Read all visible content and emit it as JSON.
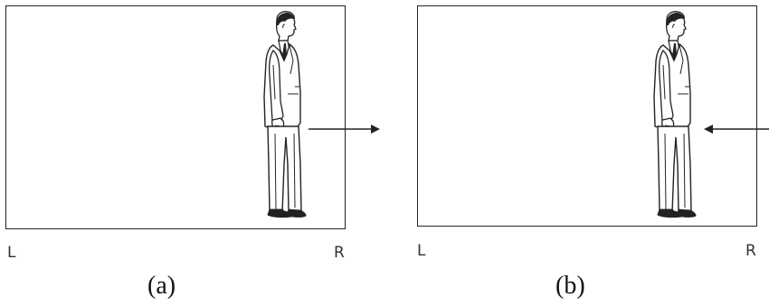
{
  "panels": [
    {
      "id": "a",
      "label": "(a)",
      "left_edge_label": "L",
      "right_edge_label": "R",
      "figure": "man-facing-right",
      "arrow_direction": "right"
    },
    {
      "id": "b",
      "label": "(b)",
      "left_edge_label": "L",
      "right_edge_label": "R",
      "figure": "man-facing-right",
      "arrow_direction": "left"
    }
  ],
  "colors": {
    "stroke": "#222222",
    "background": "#ffffff"
  }
}
